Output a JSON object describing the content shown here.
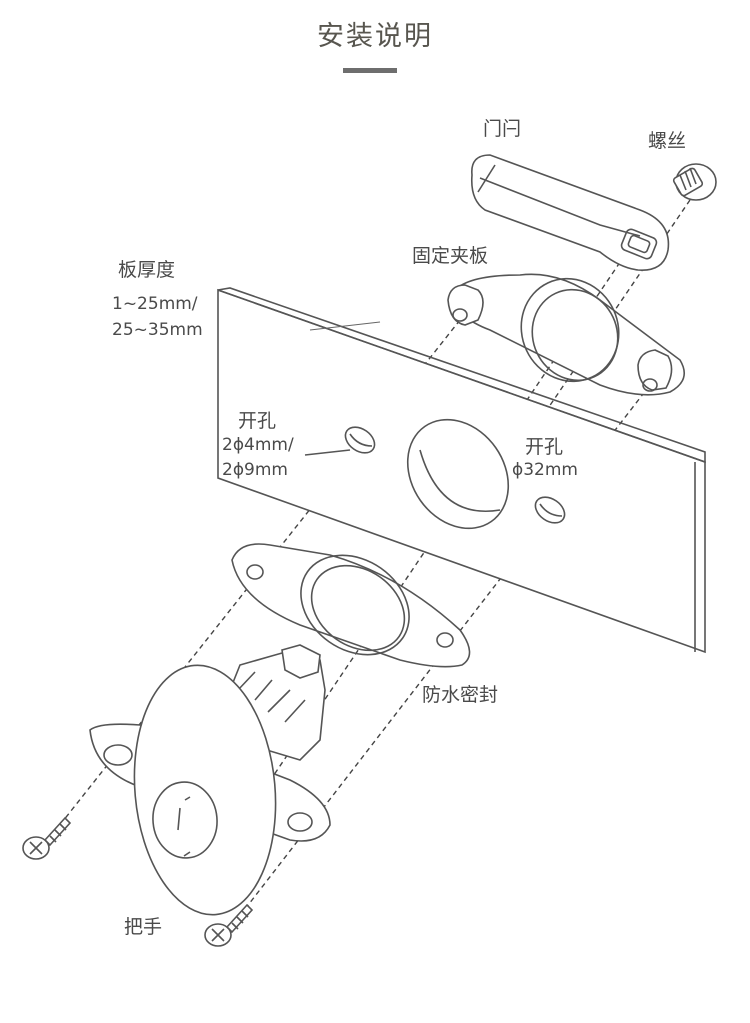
{
  "title": "安装说明",
  "labels": {
    "latch": "门闩",
    "screw": "螺丝",
    "clamp_plate": "固定夹板",
    "board_thickness": "板厚度",
    "thickness_line1": "1~25mm/",
    "thickness_line2": "25~35mm",
    "hole_left_title": "开孔",
    "hole_left_line1": "2ϕ4mm/",
    "hole_left_line2": "2ϕ9mm",
    "hole_center_title": "开孔",
    "hole_center_line1": "ϕ32mm",
    "waterproof_seal": "防水密封",
    "handle": "把手"
  }
}
